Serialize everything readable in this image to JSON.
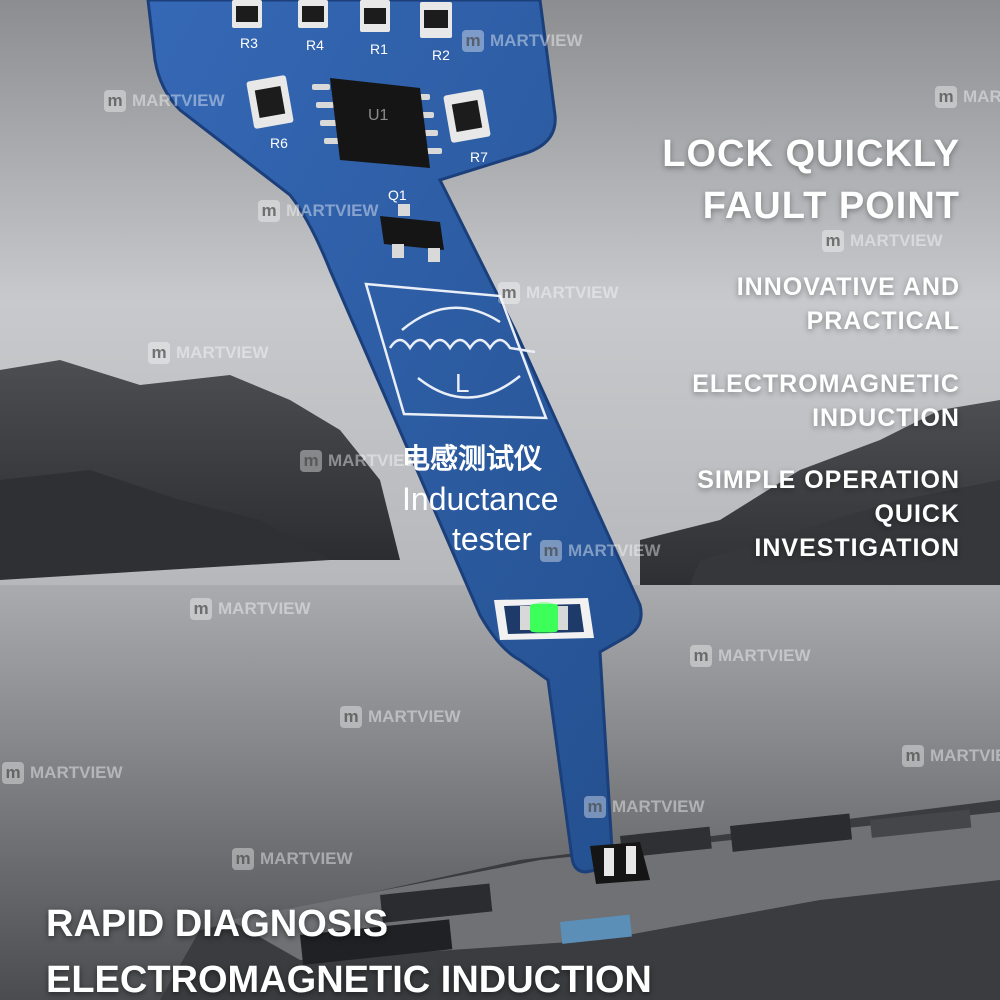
{
  "board": {
    "resistors": [
      "R3",
      "R4",
      "R1",
      "R2",
      "R6",
      "R7"
    ],
    "chip": "U1",
    "transistor": "Q1",
    "inductor_symbol": "L",
    "title_cn": "电感测试仪",
    "title_en_line1": "Inductance",
    "title_en_line2": "tester"
  },
  "headlines": {
    "main_line1": "LOCK QUICKLY",
    "main_line2": "FAULT POINT",
    "feature1_line1": "INNOVATIVE AND",
    "feature1_line2": "PRACTICAL",
    "feature2_line1": "ELECTROMAGNETIC",
    "feature2_line2": "INDUCTION",
    "feature3_line1": "SIMPLE OPERATION",
    "feature3_line2": "QUICK",
    "feature3_line3": "INVESTIGATION"
  },
  "bottom": {
    "line1": "RAPID DIAGNOSIS",
    "line2": "ELECTROMAGNETIC INDUCTION"
  },
  "watermark": {
    "text": "MARTVIEW",
    "logo_letter": "m"
  },
  "colors": {
    "board_blue": "#2f5fae",
    "led_green": "#3dff5a",
    "text_white": "#ffffff"
  }
}
